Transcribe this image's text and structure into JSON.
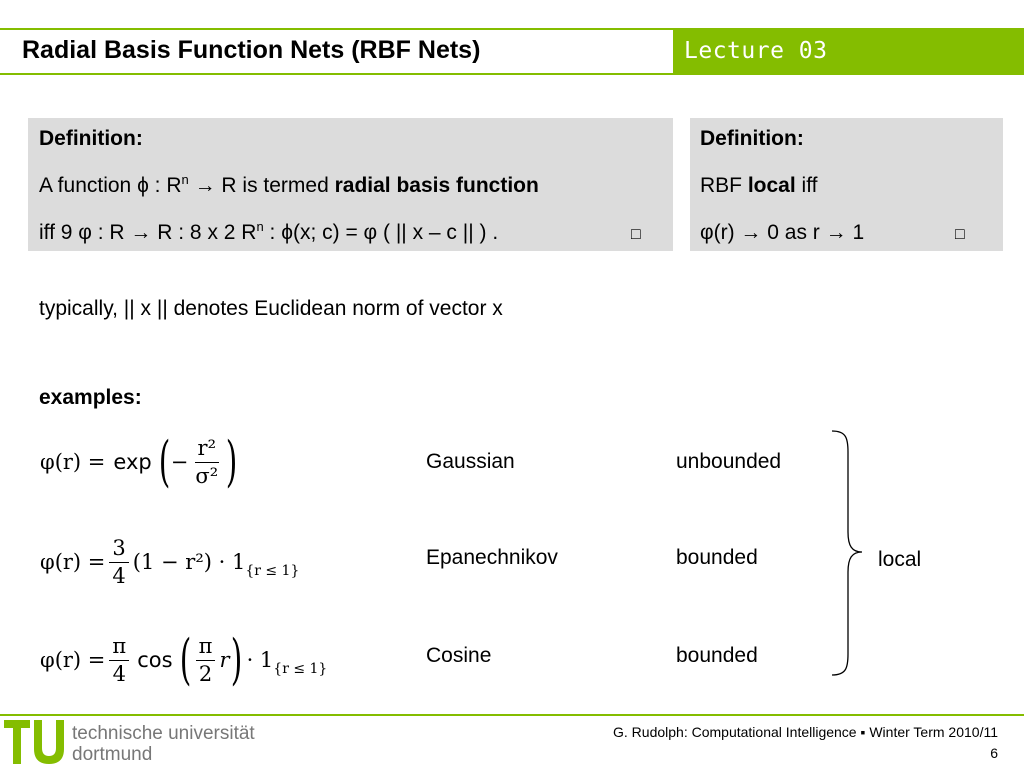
{
  "header": {
    "title": "Radial Basis Function Nets (RBF Nets)",
    "badge": "Lecture 03",
    "accent_color": "#84bd00"
  },
  "definition_left": {
    "heading": "Definition:",
    "line1_plain": "A function ϕ : R",
    "line1_sup": "n",
    "line1_after": " → R is termed ",
    "line1_bold": "radial basis function",
    "line2_before": "iff 9 φ : R → R : 8 x 2 R",
    "line2_sup": "n",
    "line2_after": " : ϕ(x; c) = φ ( || x – c || ) .",
    "qed": "□"
  },
  "definition_right": {
    "heading": "Definition:",
    "line1_prefix": "RBF ",
    "line1_bold": "local",
    "line1_suffix": " iff",
    "line2": "φ(r) → 0 as r → 1",
    "qed": "□"
  },
  "note": "typically, || x || denotes Euclidean norm of vector x",
  "examples_heading": "examples:",
  "examples": [
    {
      "name": "Gaussian",
      "boundedness": "unbounded",
      "formula": {
        "lhs": "φ(r) =",
        "func": "exp",
        "frac_num": "r²",
        "frac_den": "σ²"
      }
    },
    {
      "name": "Epanechnikov",
      "boundedness": "bounded",
      "formula": {
        "lhs": "φ(r) =",
        "frac_num": "3",
        "frac_den": "4",
        "body": "(1 − r²) · 1",
        "indicator": "{r ≤ 1}"
      }
    },
    {
      "name": "Cosine",
      "boundedness": "bounded",
      "formula": {
        "lhs": "φ(r) =",
        "frac_num": "π",
        "frac_den": "4",
        "func": "cos",
        "inner_num": "π",
        "inner_den": "2",
        "var": "r",
        "tail": "· 1",
        "indicator": "{r ≤ 1}"
      }
    }
  ],
  "brace_label": "local",
  "footer": {
    "university_line1": "technische universität",
    "university_line2": "dortmund",
    "credit": "G. Rudolph: Computational Intelligence ▪ Winter Term 2010/11",
    "page": "6"
  }
}
